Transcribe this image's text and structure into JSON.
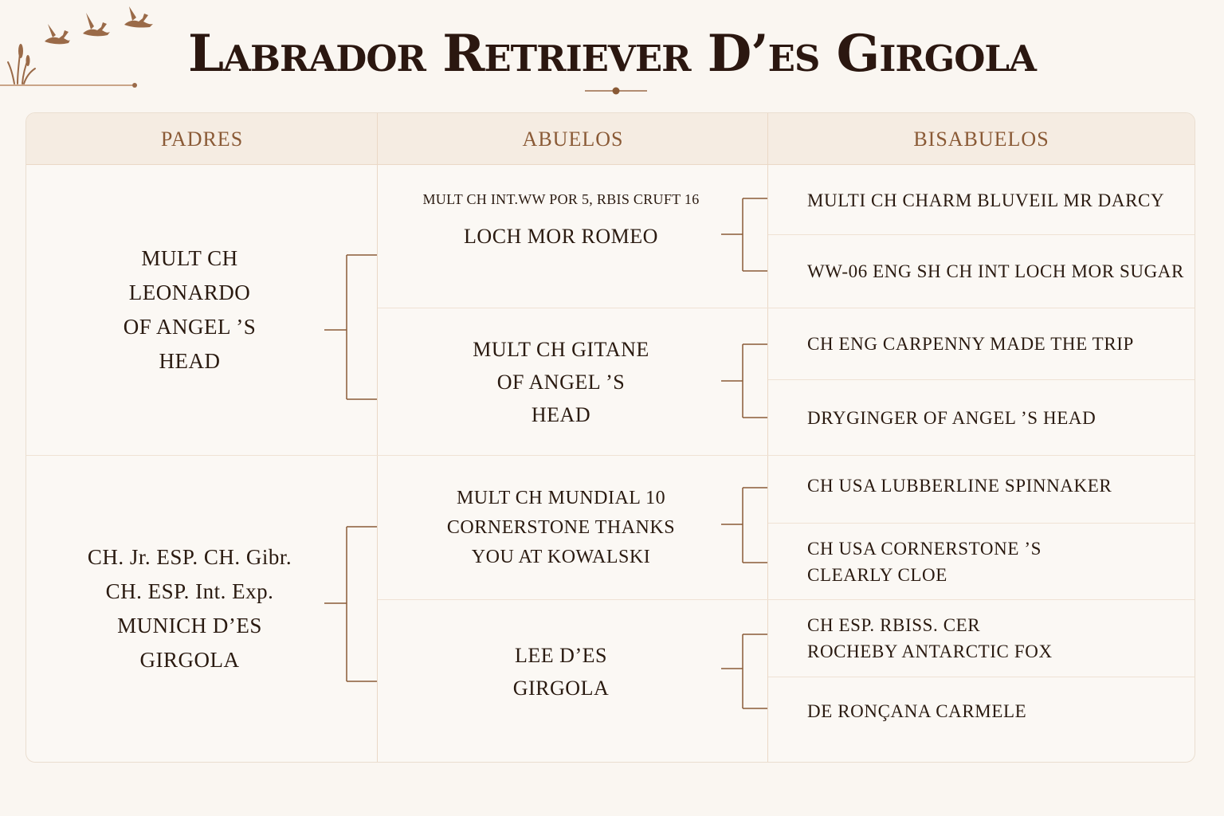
{
  "header": {
    "title": "Labrador Retriever D’es Girgola"
  },
  "logo": {
    "icon": "flying-ducks-reeds-icon",
    "color": "#9a6a48"
  },
  "columns": [
    "PADRES",
    "ABUELOS",
    "BISABUELOS"
  ],
  "parents": [
    {
      "name": "MULT CH\nLEONARDO\nOF ANGEL ’S\nHEAD"
    },
    {
      "name": "CH. Jr. ESP. CH. Gibr.\nCH. ESP. Int. Exp.\nMUNICH D’ES\nGIRGOLA"
    }
  ],
  "grandparents": [
    {
      "title": "MULT CH INT.WW POR 5, RBIS CRUFT 16",
      "name": "LOCH MOR ROMEO"
    },
    {
      "title": "",
      "name": "MULT CH GITANE\nOF ANGEL ’S\nHEAD"
    },
    {
      "title": "",
      "name": "MULT CH MUNDIAL 10\nCORNERSTONE THANKS\nYOU AT KOWALSKI"
    },
    {
      "title": "",
      "name": "LEE D’ES\nGIRGOLA"
    }
  ],
  "great_grandparents": [
    {
      "name": "MULTI CH CHARM BLUVEIL MR DARCY"
    },
    {
      "name": "WW-06 ENG SH CH INT LOCH MOR SUGAR"
    },
    {
      "name": "CH ENG CARPENNY MADE THE TRIP"
    },
    {
      "name": "DRYGINGER OF ANGEL ’S HEAD"
    },
    {
      "name": "CH USA LUBBERLINE SPINNAKER"
    },
    {
      "name": "CH USA CORNERSTONE ’S\nCLEARLY CLOE"
    },
    {
      "name": "CH ESP. RBISS. CER\nROCHEBY ANTARCTIC FOX"
    },
    {
      "name": "DE RONÇANA CARMELE"
    }
  ],
  "colors": {
    "background": "#faf6f1",
    "header_bar": "#f5ece2",
    "accent": "#8a5a36",
    "connector": "#8a5a36",
    "text": "#2a1a10"
  }
}
